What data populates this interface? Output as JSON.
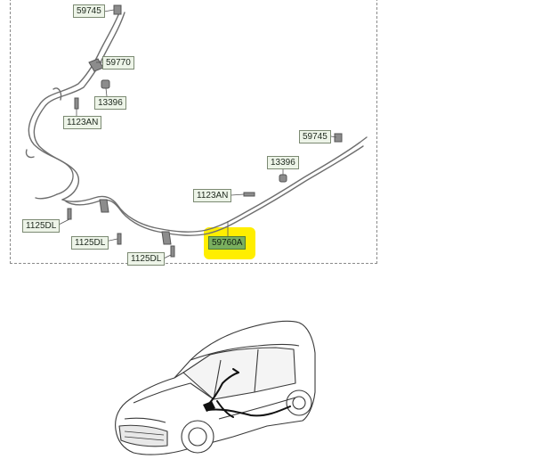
{
  "diagram": {
    "part_labels": [
      {
        "id": "59745-top",
        "text": "59745"
      },
      {
        "id": "59770",
        "text": "59770"
      },
      {
        "id": "13396-top",
        "text": "13396"
      },
      {
        "id": "1123AN-left",
        "text": "1123AN"
      },
      {
        "id": "59745-right",
        "text": "59745"
      },
      {
        "id": "13396-right",
        "text": "13396"
      },
      {
        "id": "1123AN-mid",
        "text": "1123AN"
      },
      {
        "id": "1125DL-a",
        "text": "1125DL"
      },
      {
        "id": "1125DL-b",
        "text": "1125DL"
      },
      {
        "id": "1125DL-c",
        "text": "1125DL"
      },
      {
        "id": "59760A",
        "text": "59760A"
      }
    ],
    "highlight_color": "#ffee00",
    "highlighted_part": "59760A"
  },
  "vehicle_illustration": {
    "icon": "hatchback-car-icon"
  }
}
